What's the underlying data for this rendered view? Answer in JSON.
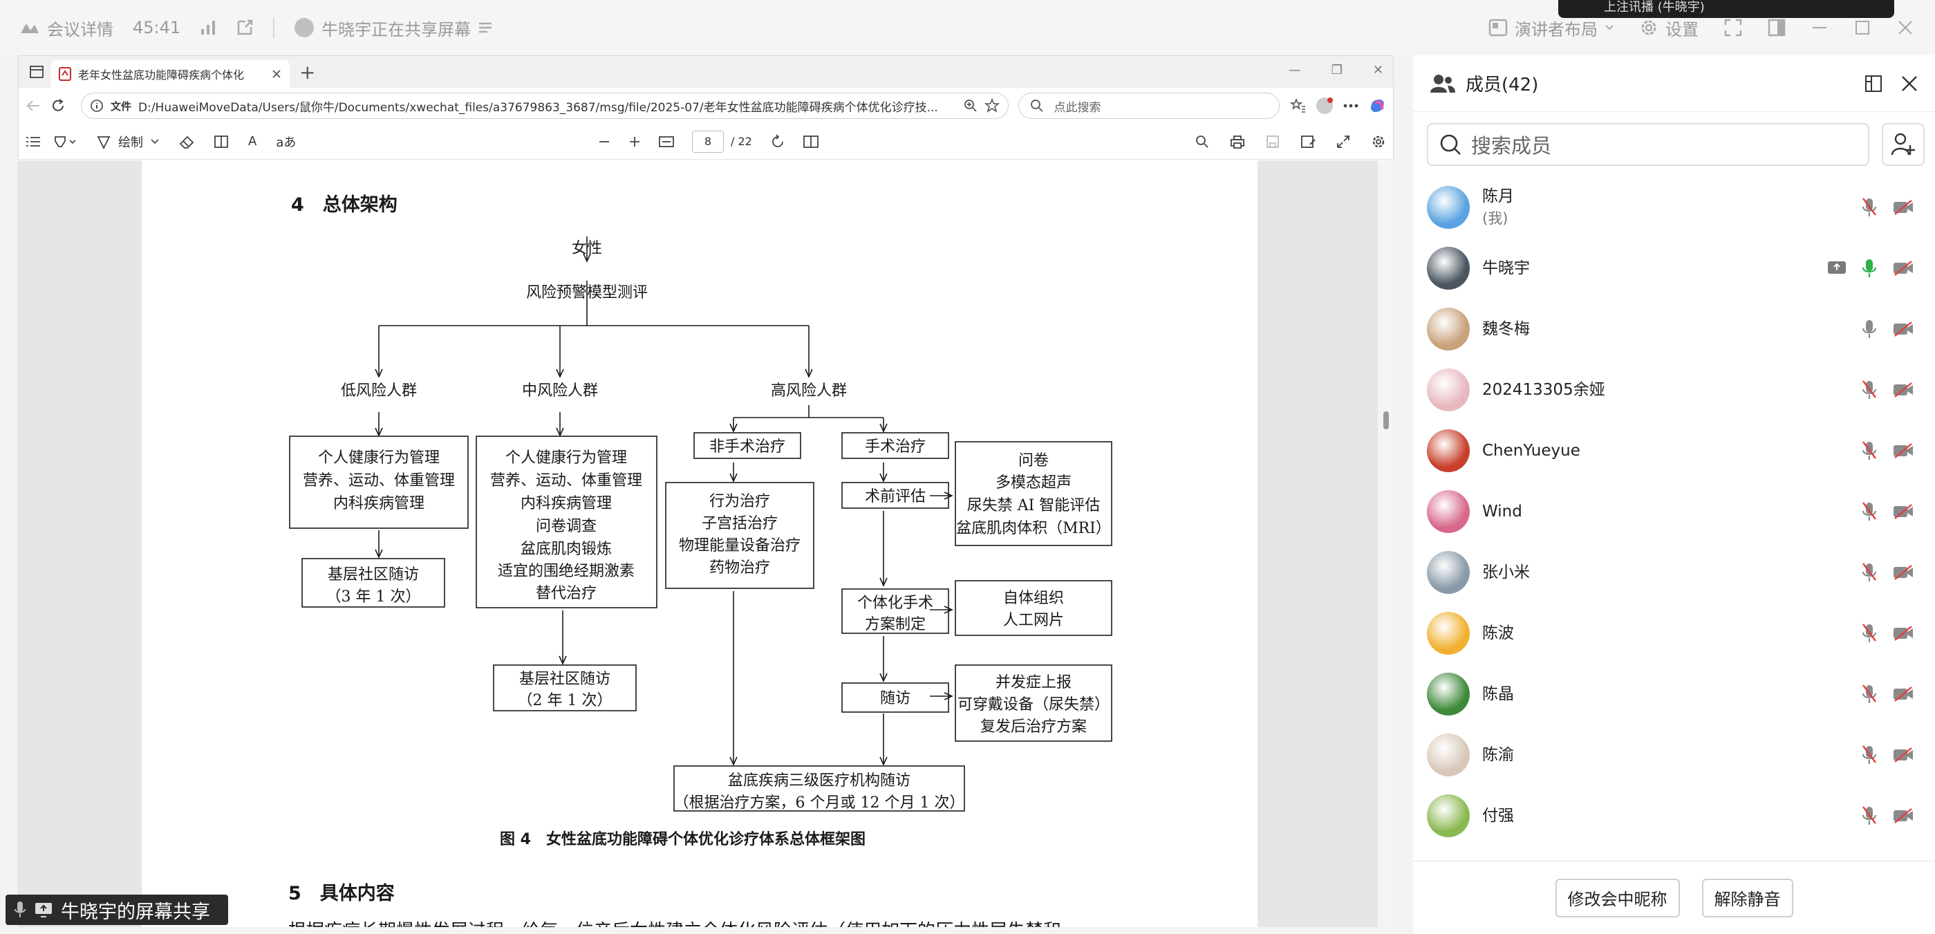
{
  "meeting_bar": {
    "details": "会议详情",
    "timer": "45:41",
    "sharing": "牛晓宇正在共享屏幕",
    "layout": "演讲者布局",
    "settings": "设置"
  },
  "notification": {
    "text": "上注讯播 (牛晓宇)"
  },
  "browser": {
    "tab_title": "老年女性盆底功能障碍疾病个体化",
    "url_label": "文件",
    "url": "D:/HuaweiMoveData/Users/鼠你牛/Documents/xwechat_files/a37679863_3687/msg/file/2025-07/老年女性盆底功能障碍疾病个体优化诊疗技...",
    "search_placeholder": "点此搜索",
    "toolbar": {
      "draw": "绘制",
      "page": "8",
      "page_total": "/ 22",
      "text_size": "A",
      "read_aloud": "aあ"
    }
  },
  "pdf": {
    "heading4": "4　总体架构",
    "heading5": "5　具体内容",
    "caption": "图 4　女性盆底功能障碍个体优化诊疗体系总体框架图",
    "body_line": "根据疾病长期慢性发展过程，给每一位产后女性建立全体化风险评估（使用如下的压力性尿失禁和",
    "flow": {
      "n1": "女性",
      "n2": "风险预警模型测评",
      "low": "低风险人群",
      "mid": "中风险人群",
      "high": "高风险人群",
      "low_box": [
        "个人健康行为管理",
        "营养、运动、体重管理",
        "内科疾病管理"
      ],
      "low_follow": [
        "基层社区随访",
        "（3 年 1 次）"
      ],
      "mid_box": [
        "个人健康行为管理",
        "营养、运动、体重管理",
        "内科疾病管理",
        "问卷调查",
        "盆底肌肉锻炼",
        "适宜的围绝经期激素",
        "替代治疗"
      ],
      "mid_follow": [
        "基层社区随访",
        "（2 年 1 次）"
      ],
      "nonsurg": "非手术治疗",
      "nonsurg_box": [
        "行为治疗",
        "子宫括治疗",
        "物理能量设备治疗",
        "药物治疗"
      ],
      "surg": "手术治疗",
      "preop": "术前评估",
      "preop_box": [
        "问卷",
        "多模态超声",
        "尿失禁 AI 智能评估",
        "盆底肌肉体积（MRI）"
      ],
      "plan": [
        "个体化手术",
        "方案制定"
      ],
      "plan_box": [
        "自体组织",
        "人工网片"
      ],
      "followup": "随访",
      "follow_box": [
        "并发症上报",
        "可穿戴设备（尿失禁）",
        "复发后治疗方案"
      ],
      "final": [
        "盆底疾病三级医疗机构随访",
        "（根据治疗方案，6 个月或 12 个月 1 次）"
      ]
    }
  },
  "share_label": "牛晓宇的屏幕共享",
  "panel": {
    "title": "成员(42)",
    "search_placeholder": "搜索成员",
    "members": [
      {
        "name": "陈月",
        "sub": "(我)",
        "avatar": "#5aa3e0",
        "mic": "muted",
        "cam": "off",
        "share": false
      },
      {
        "name": "牛晓宇",
        "sub": "",
        "avatar": "#4a5560",
        "mic": "active",
        "cam": "off",
        "share": true
      },
      {
        "name": "魏冬梅",
        "sub": "",
        "avatar": "#c9a27a",
        "mic": "on",
        "cam": "off",
        "share": false
      },
      {
        "name": "202413305余娅",
        "sub": "",
        "avatar": "#e8b8c0",
        "mic": "muted",
        "cam": "off",
        "share": false
      },
      {
        "name": "ChenYueyue",
        "sub": "",
        "avatar": "#c8402c",
        "mic": "muted",
        "cam": "off",
        "share": false
      },
      {
        "name": "Wind",
        "sub": "",
        "avatar": "#d8688a",
        "mic": "muted",
        "cam": "off",
        "share": false
      },
      {
        "name": "张小米",
        "sub": "",
        "avatar": "#8a9aa8",
        "mic": "muted",
        "cam": "off",
        "share": false
      },
      {
        "name": "陈波",
        "sub": "",
        "avatar": "#f0b030",
        "mic": "muted",
        "cam": "off",
        "share": false
      },
      {
        "name": "陈晶",
        "sub": "",
        "avatar": "#3f8a3a",
        "mic": "muted",
        "cam": "off",
        "share": false
      },
      {
        "name": "陈渝",
        "sub": "",
        "avatar": "#d8c8b8",
        "mic": "muted",
        "cam": "off",
        "share": false
      },
      {
        "name": "付强",
        "sub": "",
        "avatar": "#8ab850",
        "mic": "muted",
        "cam": "off",
        "share": false
      }
    ],
    "rename_btn": "修改会中昵称",
    "unmute_btn": "解除静音"
  },
  "colors": {
    "mic_active": "#2db14a",
    "muted": "#9a9a9a",
    "accent": "#1a73e8"
  }
}
